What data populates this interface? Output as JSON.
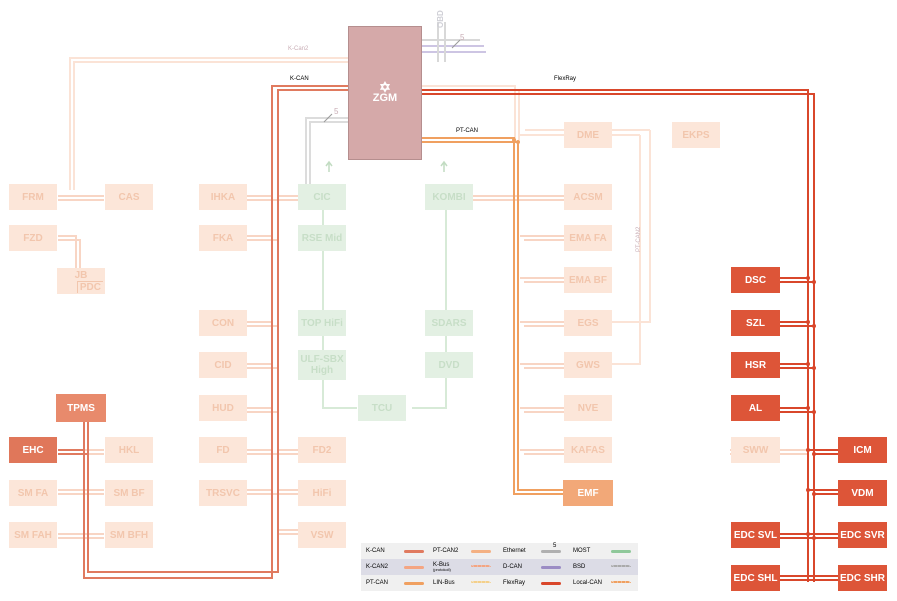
{
  "diagram": {
    "gateway": {
      "star": "✡",
      "label": "ZGM"
    },
    "bus_labels": {
      "k_can2": "K-Can2",
      "k_can": "K-CAN",
      "flexray": "FlexRay",
      "pt_can": "PT-CAN",
      "pt_can2": "PT-CAN2",
      "ethernet_count_top": "5",
      "ethernet_count_left": "5",
      "obd": "OBD"
    },
    "modules": {
      "frm": "FRM",
      "cas": "CAS",
      "fzd": "FZD",
      "jb": "JB",
      "pdc": "PDC",
      "ihka": "IHKA",
      "fka": "FKA",
      "con": "CON",
      "cid": "CID",
      "hud": "HUD",
      "fd": "FD",
      "trsvc": "TRSVC",
      "vsw_label": "VSW",
      "cic": "CIC",
      "rse_mid": "RSE Mid",
      "top_hifi": "TOP HiFi",
      "ulf": "ULF-SBX High",
      "tcu": "TCU",
      "kombi": "KOMBI",
      "sdars": "SDARS",
      "dvd": "DVD",
      "fd2": "FD2",
      "hifi": "HiFi",
      "vsw": "VSW",
      "tpms": "TPMS",
      "ehc": "EHC",
      "hkl": "HKL",
      "sm_fa": "SM FA",
      "sm_bf": "SM BF",
      "sm_fah": "SM FAH",
      "sm_bfh": "SM BFH",
      "dme": "DME",
      "ekps": "EKPS",
      "acsm": "ACSM",
      "ema_fa": "EMA FA",
      "ema_bf": "EMA BF",
      "egs": "EGS",
      "gws": "GWS",
      "nve": "NVE",
      "kafas": "KAFAS",
      "emf": "EMF",
      "dsc": "DSC",
      "szl": "SZL",
      "hsr": "HSR",
      "al": "AL",
      "sww": "SWW",
      "icm": "ICM",
      "vdm": "VDM",
      "edc_svl": "EDC SVL",
      "edc_svr": "EDC SVR",
      "edc_shl": "EDC SHL",
      "edc_shr": "EDC SHR"
    }
  },
  "legend": {
    "items": [
      {
        "label": "K-CAN",
        "color": "#e07a5f",
        "style": "line"
      },
      {
        "label": "PT-CAN2",
        "color": "#f4b183",
        "style": "line"
      },
      {
        "label": "Ethernet",
        "color": "#b0b0b0",
        "style": "line",
        "count": "5"
      },
      {
        "label": "MOST",
        "color": "#8fc89a",
        "style": "line"
      },
      {
        "label": "K-CAN2",
        "color": "#f4a582",
        "style": "line"
      },
      {
        "label": "K-Bus",
        "sub": "(protokoll)",
        "color": "#f4a582",
        "style": "dots"
      },
      {
        "label": "D-CAN",
        "color": "#9b8cc4",
        "style": "line"
      },
      {
        "label": "BSD",
        "color": "#aaaaaa",
        "style": "dots"
      },
      {
        "label": "PT-CAN",
        "color": "#f0a060",
        "style": "line"
      },
      {
        "label": "LIN-Bus",
        "color": "#f4d08a",
        "style": "dots"
      },
      {
        "label": "FlexRay",
        "color": "#d9472b",
        "style": "line"
      },
      {
        "label": "Local-CAN",
        "color": "#f0a060",
        "style": "dots"
      }
    ]
  },
  "colors": {
    "k_can": "#e07a5f",
    "flexray": "#d9472b",
    "pt_can": "#f0a060",
    "faded_bus": "#f8d5c4",
    "most": "#cfe5cf",
    "ethernet": "#d8d8d8",
    "dcan": "#cdc5e3"
  }
}
